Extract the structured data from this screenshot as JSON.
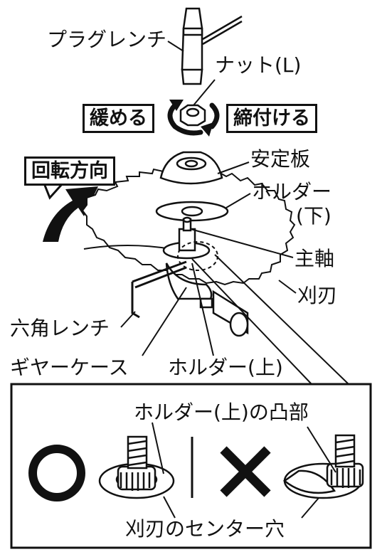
{
  "labels": {
    "plug_wrench": "プラグレンチ",
    "nut": "ナット(L)",
    "loosen": "緩める",
    "tighten": "締付ける",
    "rotation_direction": "回転方向",
    "stabilizer_plate": "安定板",
    "holder_lower_1": "ホルダー",
    "holder_lower_2": "(下)",
    "main_shaft": "主軸",
    "blade": "刈刃",
    "hex_wrench": "六角レンチ",
    "gear_case": "ギヤーケース",
    "holder_upper": "ホルダー(上)"
  },
  "detail": {
    "caption_top": "ホルダー(上)の凸部",
    "caption_bottom": "刈刃のセンター穴",
    "correct_mark": "○",
    "wrong_mark": "×"
  }
}
